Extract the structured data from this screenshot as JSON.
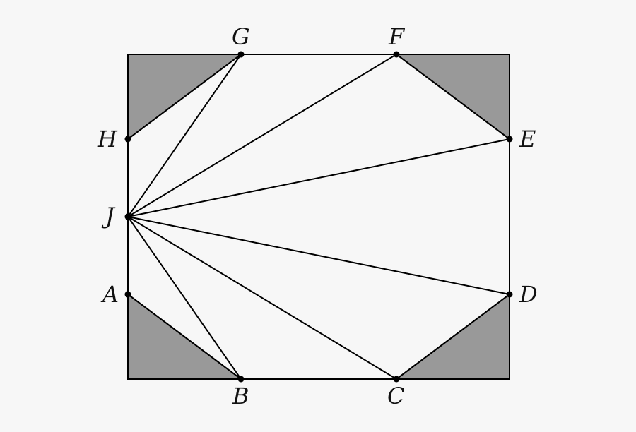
{
  "diagram": {
    "colors": {
      "background": "#f7f7f7",
      "shaded_corner": "#999999",
      "line": "#000000"
    },
    "points": [
      {
        "id": "A",
        "label": "A"
      },
      {
        "id": "B",
        "label": "B"
      },
      {
        "id": "C",
        "label": "C"
      },
      {
        "id": "D",
        "label": "D"
      },
      {
        "id": "E",
        "label": "E"
      },
      {
        "id": "F",
        "label": "F"
      },
      {
        "id": "G",
        "label": "G"
      },
      {
        "id": "H",
        "label": "H"
      },
      {
        "id": "J",
        "label": "J"
      }
    ],
    "octagon_edges": [
      [
        "A",
        "B"
      ],
      [
        "B",
        "C"
      ],
      [
        "C",
        "D"
      ],
      [
        "D",
        "E"
      ],
      [
        "E",
        "F"
      ],
      [
        "F",
        "G"
      ],
      [
        "G",
        "H"
      ],
      [
        "H",
        "J"
      ],
      [
        "J",
        "A"
      ]
    ],
    "segments_from_J": [
      [
        "J",
        "B"
      ],
      [
        "J",
        "C"
      ],
      [
        "J",
        "D"
      ],
      [
        "J",
        "E"
      ],
      [
        "J",
        "F"
      ],
      [
        "J",
        "G"
      ]
    ],
    "shaded_corners": [
      "top-left",
      "top-right",
      "bottom-left",
      "bottom-right"
    ]
  }
}
